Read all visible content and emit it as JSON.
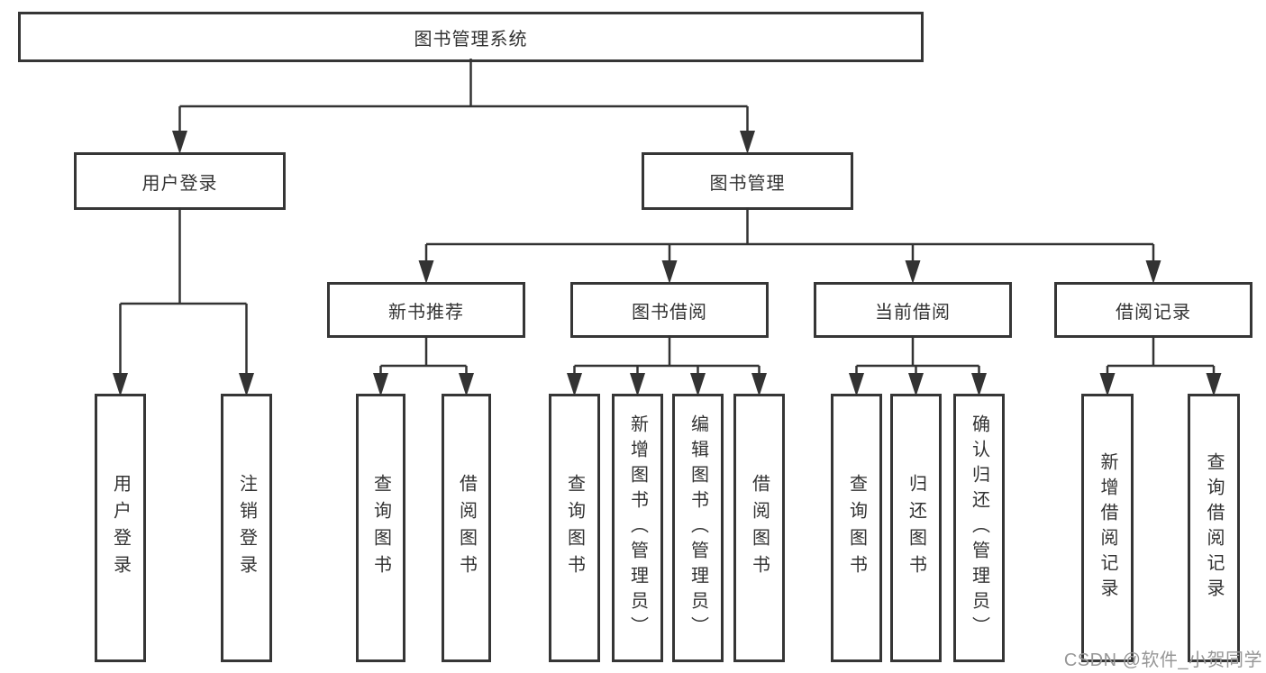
{
  "nodes": {
    "root": "图书管理系统",
    "level2": [
      "用户登录",
      "图书管理"
    ],
    "level3": [
      "新书推荐",
      "图书借阅",
      "当前借阅",
      "借阅记录"
    ],
    "leaves": {
      "user_login": [
        "用户登录",
        "注销登录"
      ],
      "new_book": [
        "查询图书",
        "借阅图书"
      ],
      "book_borrow": [
        "查询图书",
        "新增图书（管理员）",
        "编辑图书（管理员）",
        "借阅图书"
      ],
      "current_borrow": [
        "查询图书",
        "归还图书",
        "确认归还（管理员）"
      ],
      "borrow_record": [
        "新增借阅记录",
        "查询借阅记录"
      ]
    }
  },
  "watermark": "CSDN @软件_小贺同学",
  "colors": {
    "line": "#333333",
    "box_border": "#363636",
    "box_background": "#ffffff",
    "text": "#333333",
    "watermark": "#979797"
  }
}
